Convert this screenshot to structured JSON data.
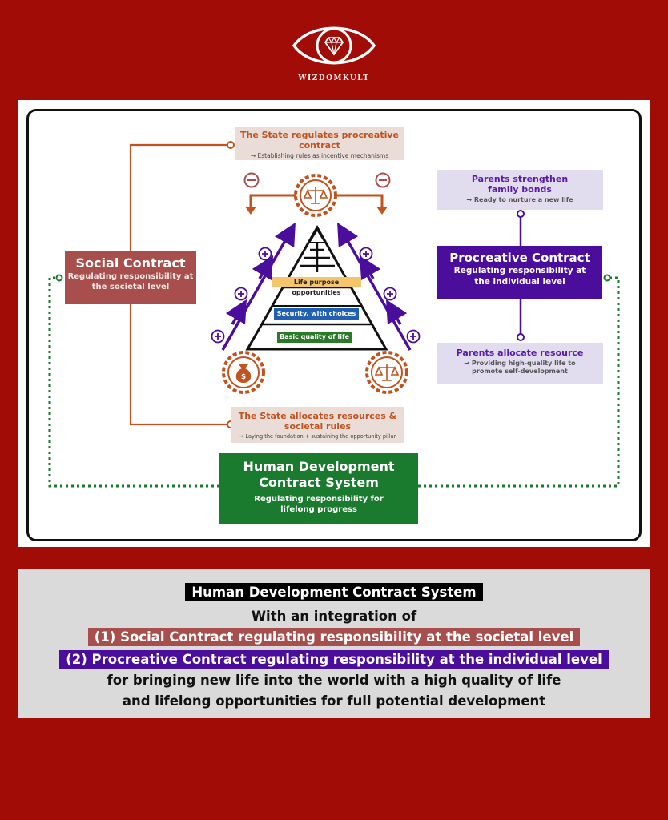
{
  "brand": {
    "name": "WIZDOMKULT",
    "logo_icon": "eye-diamond-icon"
  },
  "diagram": {
    "state_regulates": {
      "title": "The State regulates procreative contract",
      "subtitle": "→ Establishing rules as incentive mechanisms"
    },
    "state_allocates": {
      "title": "The State allocates resources & societal rules",
      "subtitle": "→ Laying the foundation + sustaining the opportunity pillar"
    },
    "social_contract": {
      "title": "Social Contract",
      "subtitle": "Regulating responsibility at the societal level"
    },
    "procreative_contract": {
      "title": "Procreative Contract",
      "subtitle": "Regulating responsibility at the individual level"
    },
    "parents_strengthen": {
      "title": "Parents strengthen family bonds",
      "subtitle": "→ Ready to nurture a new life"
    },
    "parents_allocate": {
      "title": "Parents allocate resource",
      "subtitle": "→ Providing high-quality life to promote self-development"
    },
    "hdcs": {
      "title": "Human Development Contract System",
      "subtitle": "Regulating responsibility for lifelong progress"
    },
    "pyramid": {
      "top": "Life purpose opportunities",
      "middle": "Security, with choices",
      "bottom": "Basic quality of life"
    },
    "icons": [
      "minus-circle-icon",
      "plus-circle-icon",
      "scales-gear-icon",
      "money-bag-gear-icon"
    ],
    "colors": {
      "background": "#a10c07",
      "social": "#a84e4c",
      "procreative": "#4a0d9c",
      "hdcs": "#1a7a2e",
      "state_text": "#c0531f",
      "pyramid_top": "#f4c56a",
      "pyramid_middle": "#1f5fb4",
      "pyramid_bottom": "#2a7a2a"
    }
  },
  "summary": {
    "title": "Human Development Contract System",
    "line1": "With an integration of",
    "line2": "(1) Social Contract regulating responsibility at the societal level",
    "line3": "(2) Procreative Contract regulating responsibility at the individual level",
    "line4": "for bringing new life into the world with a high quality of life",
    "line5": "and lifelong opportunities for full potential development"
  }
}
